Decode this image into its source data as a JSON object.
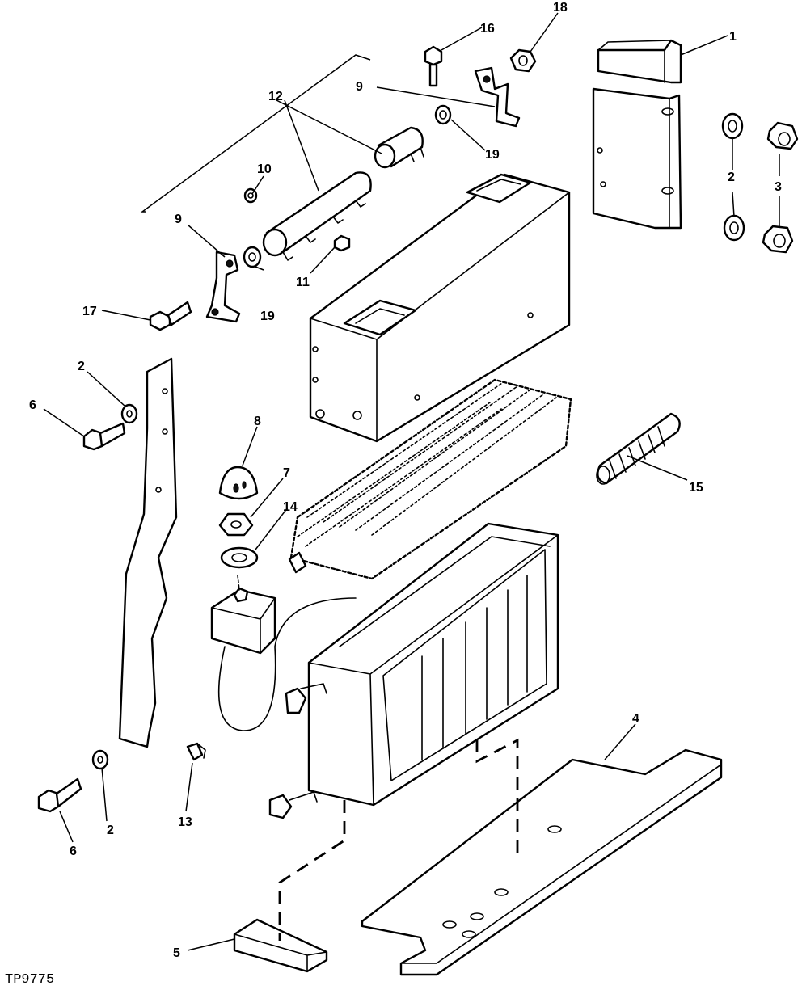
{
  "figure_id": "TP9775",
  "callouts": {
    "c1": "1",
    "c2": "2",
    "c3": "3",
    "c4": "4",
    "c5": "5",
    "c6": "6",
    "c7": "7",
    "c8": "8",
    "c9": "9",
    "c10": "10",
    "c11": "11",
    "c12": "12",
    "c13": "13",
    "c14": "14",
    "c15": "15",
    "c16": "16",
    "c17": "17",
    "c18": "18",
    "c19": "19"
  }
}
